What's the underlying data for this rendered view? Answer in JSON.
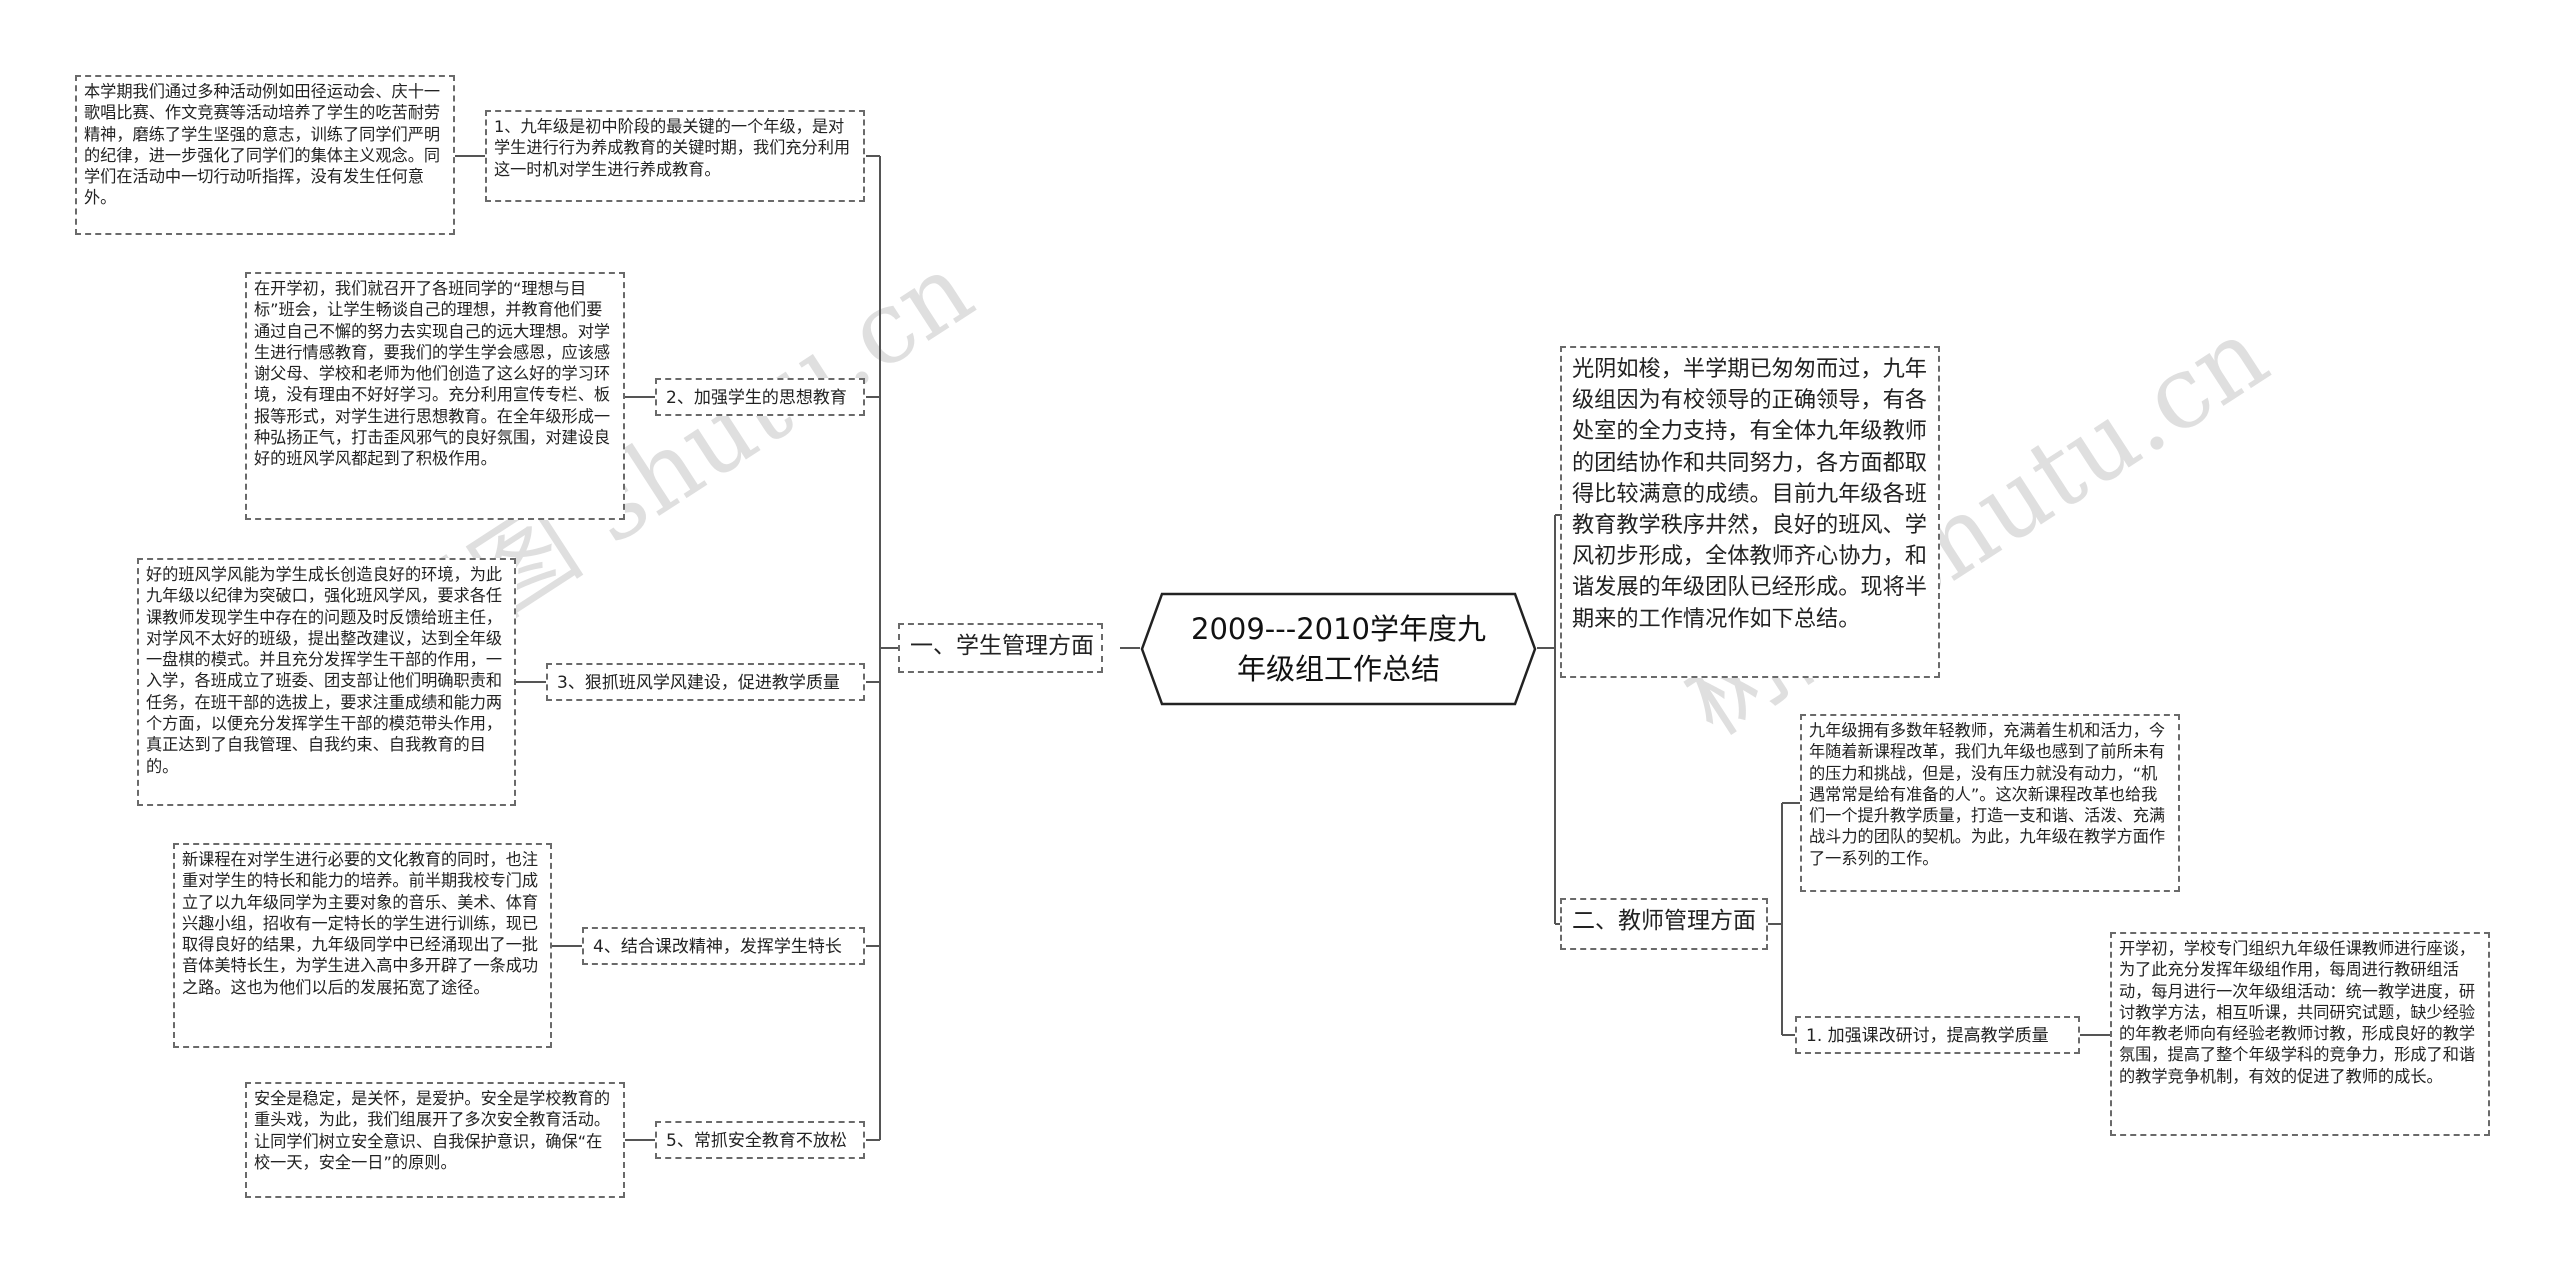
{
  "root": {
    "title": "2009---2010学年度九年级组工作总结"
  },
  "left": {
    "main": "一、学生管理方面",
    "branches": [
      {
        "label": "1、九年级是初中阶段的最关键的一个年级，是对学生进行行为养成教育的关键时期，我们充分利用这一时机对学生进行养成教育。",
        "detail": "本学期我们通过多种活动例如田径运动会、庆十一歌唱比赛、作文竞赛等活动培养了学生的吃苦耐劳精神，磨练了学生坚强的意志，训练了同学们严明的纪律，进一步强化了同学们的集体主义观念。同学们在活动中一切行动听指挥，没有发生任何意外。"
      },
      {
        "label": "2、加强学生的思想教育",
        "detail": "在开学初，我们就召开了各班同学的“理想与目标”班会，让学生畅谈自己的理想，并教育他们要通过自己不懈的努力去实现自己的远大理想。对学生进行情感教育，要我们的学生学会感恩，应该感谢父母、学校和老师为他们创造了这么好的学习环境，没有理由不好好学习。充分利用宣传专栏、板报等形式，对学生进行思想教育。在全年级形成一种弘扬正气，打击歪风邪气的良好氛围，对建设良好的班风学风都起到了积极作用。"
      },
      {
        "label": "3、狠抓班风学风建设，促进教学质量",
        "detail": "好的班风学风能为学生成长创造良好的环境，为此九年级以纪律为突破口，强化班风学风，要求各任课教师发现学生中存在的问题及时反馈给班主任，对学风不太好的班级，提出整改建议，达到全年级一盘棋的模式。并且充分发挥学生干部的作用，一入学，各班成立了班委、团支部让他们明确职责和任务，在班干部的选拔上，要求注重成绩和能力两个方面，以便充分发挥学生干部的模范带头作用，真正达到了自我管理、自我约束、自我教育的目的。"
      },
      {
        "label": "4、结合课改精神，发挥学生特长",
        "detail": "新课程在对学生进行必要的文化教育的同时，也注重对学生的特长和能力的培养。前半期我校专门成立了以九年级同学为主要对象的音乐、美术、体育兴趣小组，招收有一定特长的学生进行训练，现已取得良好的结果，九年级同学中已经涌现出了一批音体美特长生，为学生进入高中多开辟了一条成功之路。这也为他们以后的发展拓宽了途径。"
      },
      {
        "label": "5、常抓安全教育不放松",
        "detail": "安全是稳定，是关怀，是爱护。安全是学校教育的重头戏，为此，我们组展开了多次安全教育活动。让同学们树立安全意识、自我保护意识，确保“在校一天，安全一日”的原则。"
      }
    ]
  },
  "right": {
    "intro": "光阴如梭，半学期已匆匆而过，九年级组因为有校领导的正确领导，有各处室的全力支持，有全体九年级教师的团结协作和共同努力，各方面都取得比较满意的成绩。目前九年级各班教育教学秩序井然，良好的班风、学风初步形成，全体教师齐心协力，和谐发展的年级团队已经形成。现将半期来的工作情况作如下总结。",
    "main": "二、教师管理方面",
    "overview": "九年级拥有多数年轻教师，充满着生机和活力，今年随着新课程改革，我们九年级也感到了前所未有的压力和挑战，但是，没有压力就没有动力，“机遇常常是给有准备的人”。这次新课程改革也给我们一个提升教学质量，打造一支和谐、活泼、充满战斗力的团队的契机。为此，九年级在教学方面作了一系列的工作。",
    "branch": {
      "label": "1. 加强课改研讨，提高教学质量",
      "detail": "开学初，学校专门组织九年级任课教师进行座谈，为了此充分发挥年级组作用，每周进行教研组活动，每月进行一次年级组活动：统一教学进度，研讨教学方法，相互听课，共同研究试题，缺少经验的年教老师向有经验老教师讨教，形成良好的教学氛围，提高了整个年级学科的竞争力，形成了和谐的教学竞争机制，有效的促进了教师的成长。"
    }
  },
  "watermark": {
    "left": "树图 shutu.cn",
    "right": "树图 shutu.cn"
  }
}
